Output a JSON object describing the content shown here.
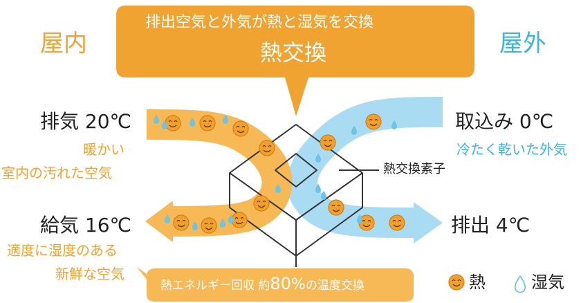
{
  "colors": {
    "warm": "#f0a331",
    "warm_light": "#f7b955",
    "cool": "#9dd6ef",
    "cool_text": "#3ab5df",
    "face": "#f2a02c",
    "drop": "#6fc3e6",
    "line": "#333333",
    "text": "#222222"
  },
  "header": {
    "line1": "排出空気と外気が熱と湿気を交換",
    "line2": "熱交換"
  },
  "sides": {
    "indoor": "屋内",
    "outdoor": "屋外"
  },
  "flows": {
    "exhaust_in": {
      "title": "排気 20℃",
      "desc1": "暖かい",
      "desc2": "室内の汚れた空気"
    },
    "intake": {
      "title": "取込み 0℃",
      "desc": "冷たく乾いた外気"
    },
    "supply": {
      "title": "給気 16℃",
      "desc1": "適度に湿度のある",
      "desc2": "新鮮な空気"
    },
    "exhaust_out": {
      "title": "排出 4℃"
    }
  },
  "element_label": "熱交換素子",
  "recovery": {
    "prefix": "熱エネルギー回収 約",
    "value": "80",
    "unit": "%",
    "suffix": "の温度交換"
  },
  "legend": [
    {
      "icon": "smiley-heat-icon",
      "label": "熱"
    },
    {
      "icon": "water-drop-icon",
      "label": "湿気"
    }
  ]
}
